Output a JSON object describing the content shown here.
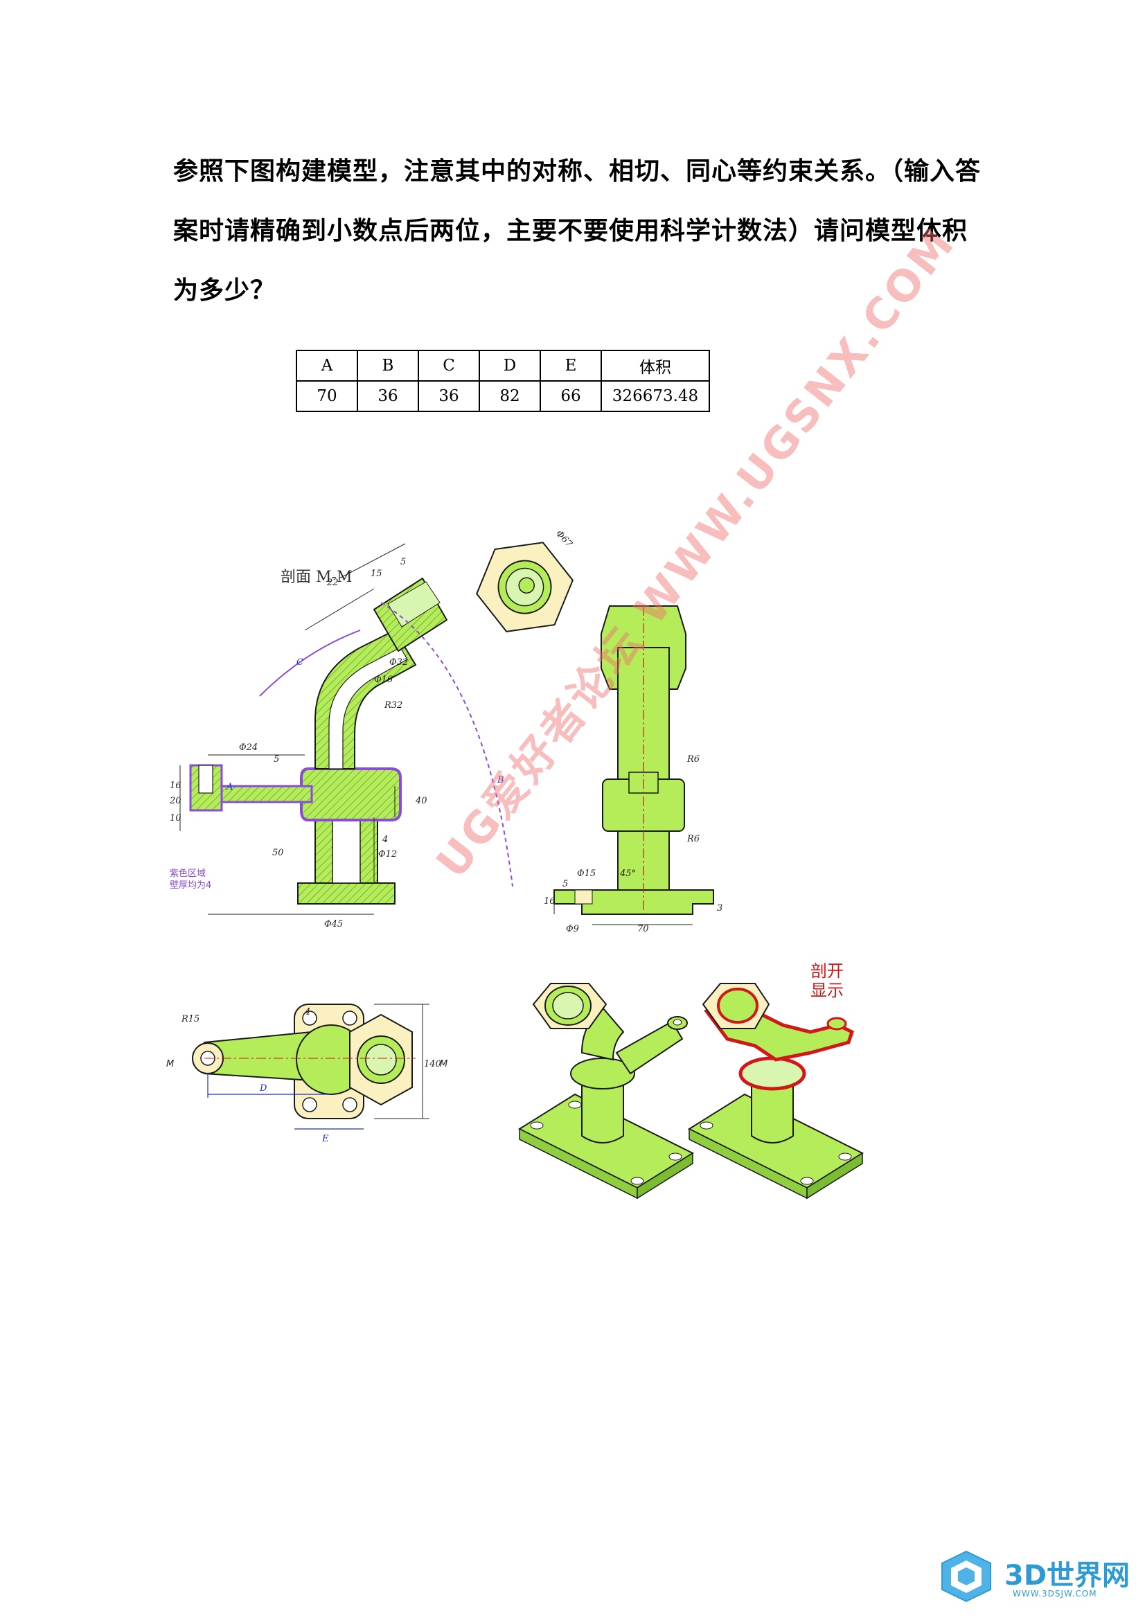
{
  "question": "参照下图构建模型，注意其中的对称、相切、同心等约束关系。（输入答案时请精确到小数点后两位，主要不要使用科学计数法）请问模型体积为多少？",
  "table": {
    "headers": [
      "A",
      "B",
      "C",
      "D",
      "E",
      "体积"
    ],
    "values": [
      "70",
      "36",
      "36",
      "82",
      "66",
      "326673.48"
    ]
  },
  "drawing": {
    "section_title": "剖面 M-M",
    "purple_note": [
      "紫色区域",
      "壁厚均为4"
    ],
    "cutaway_note": [
      "剖开",
      "显示"
    ],
    "dims": {
      "d67": "Φ67",
      "d24": "Φ24",
      "d32": "Φ32",
      "d45": "Φ45",
      "d12": "Φ12",
      "d15": "Φ15",
      "d9": "Φ9",
      "d16": "Φ16",
      "r32": "R32",
      "r15": "R15",
      "r6a": "R6",
      "r6b": "R6",
      "deg45": "45°",
      "n5a": "5",
      "n5b": "5",
      "n16a": "16",
      "n16b": "16",
      "n20": "20",
      "n10": "10",
      "n40": "40",
      "n50": "50",
      "n4": "4",
      "n70": "70",
      "n3": "3",
      "n140": "140",
      "n15": "15",
      "n22": "22",
      "A": "A",
      "B": "B",
      "C": "C",
      "D": "D",
      "E": "E",
      "M1": "M",
      "M2": "M"
    },
    "watermark": "UG爱好者论坛 WWW.UGSNX.COM"
  },
  "logo": {
    "name": "3D世界网",
    "url_text": "WWW.3DSJW.COM"
  },
  "colors": {
    "green": "#b5ec5a",
    "green_dark": "#6aa82c",
    "flange": "#fbf0c0",
    "purple": "#8a4bd8",
    "red": "#d01818",
    "blue": "#1a32c8"
  }
}
